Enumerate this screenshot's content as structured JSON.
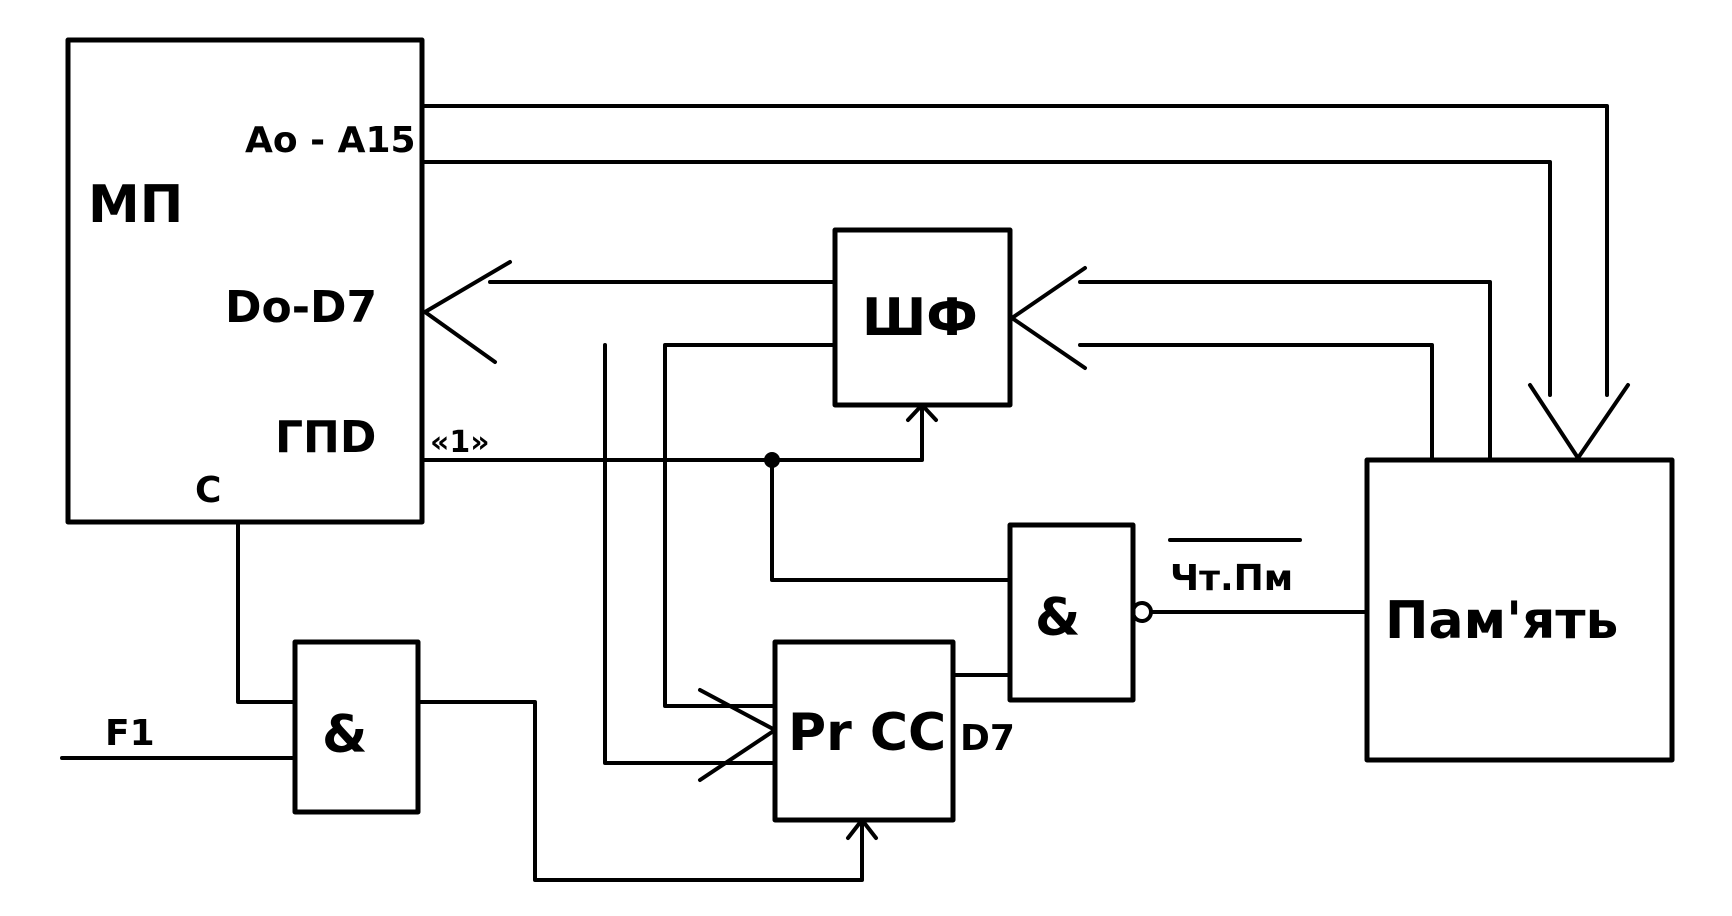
{
  "blocks": {
    "mp": {
      "name": "МП",
      "addr": "Ao - A15",
      "data": "Do-D7",
      "gpd": "ГПD",
      "clock": "C"
    },
    "shf": {
      "name": "ШФ"
    },
    "and_top": {
      "name": "&"
    },
    "and_bottom": {
      "name": "&"
    },
    "rg": {
      "name": "Pr CC",
      "bit": "D7"
    },
    "mem": {
      "name": "Пам'ять"
    }
  },
  "signals": {
    "one": "«1»",
    "f1": "F1",
    "read_mem": "Чт.Пм"
  }
}
